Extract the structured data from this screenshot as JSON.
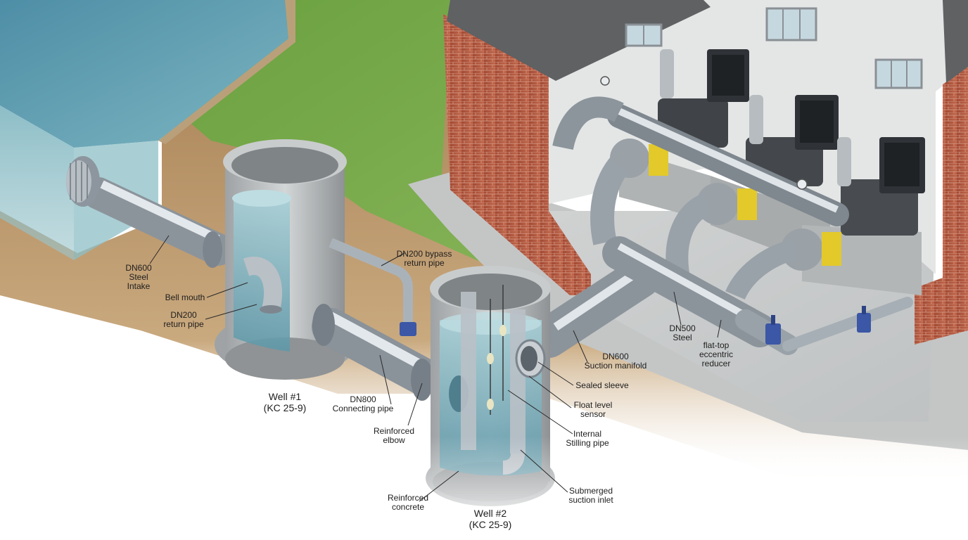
{
  "labels": {
    "dn600_intake": [
      "DN600",
      "Steel",
      "Intake"
    ],
    "bell_mouth": "Bell mouth",
    "dn200_return": [
      "DN200",
      "return pipe"
    ],
    "well1": [
      "Well #1",
      "(KC 25-9)"
    ],
    "dn200_bypass": [
      "DN200 bypass",
      "return pipe"
    ],
    "dn800_connecting": [
      "DN800",
      "Connecting pipe"
    ],
    "reinforced_elbow": [
      "Reinforced",
      "elbow"
    ],
    "reinforced_concrete": [
      "Reinforced",
      "concrete"
    ],
    "well2": [
      "Well #2",
      "(KC 25-9)"
    ],
    "dn600_suction": [
      "DN600",
      "Suction manifold"
    ],
    "sealed_sleeve": "Sealed sleeve",
    "float_sensor": [
      "Float level",
      "sensor"
    ],
    "stilling_pipe": [
      "Internal",
      "Stilling pipe"
    ],
    "submerged_inlet": [
      "Submerged",
      "suction inlet"
    ],
    "dn500_steel": [
      "DN500",
      "Steel"
    ],
    "eccentric_reducer": [
      "flat-top",
      "eccentric",
      "reducer"
    ]
  },
  "colors": {
    "water": "#5f9fb0",
    "grass": "#72a548",
    "soil": "#b48f62",
    "concrete": "#b9bcbd",
    "brick": "#b4573f",
    "pipe_steel": "#a9b1b8",
    "engine": "#3e4246",
    "pump_accent": "#e3c92a",
    "valve": "#3b57a6"
  },
  "icons": [
    "bell-mouth-intake",
    "pump-unit",
    "diesel-engine",
    "gate-valve",
    "pressure-gauge",
    "float-sensor"
  ]
}
